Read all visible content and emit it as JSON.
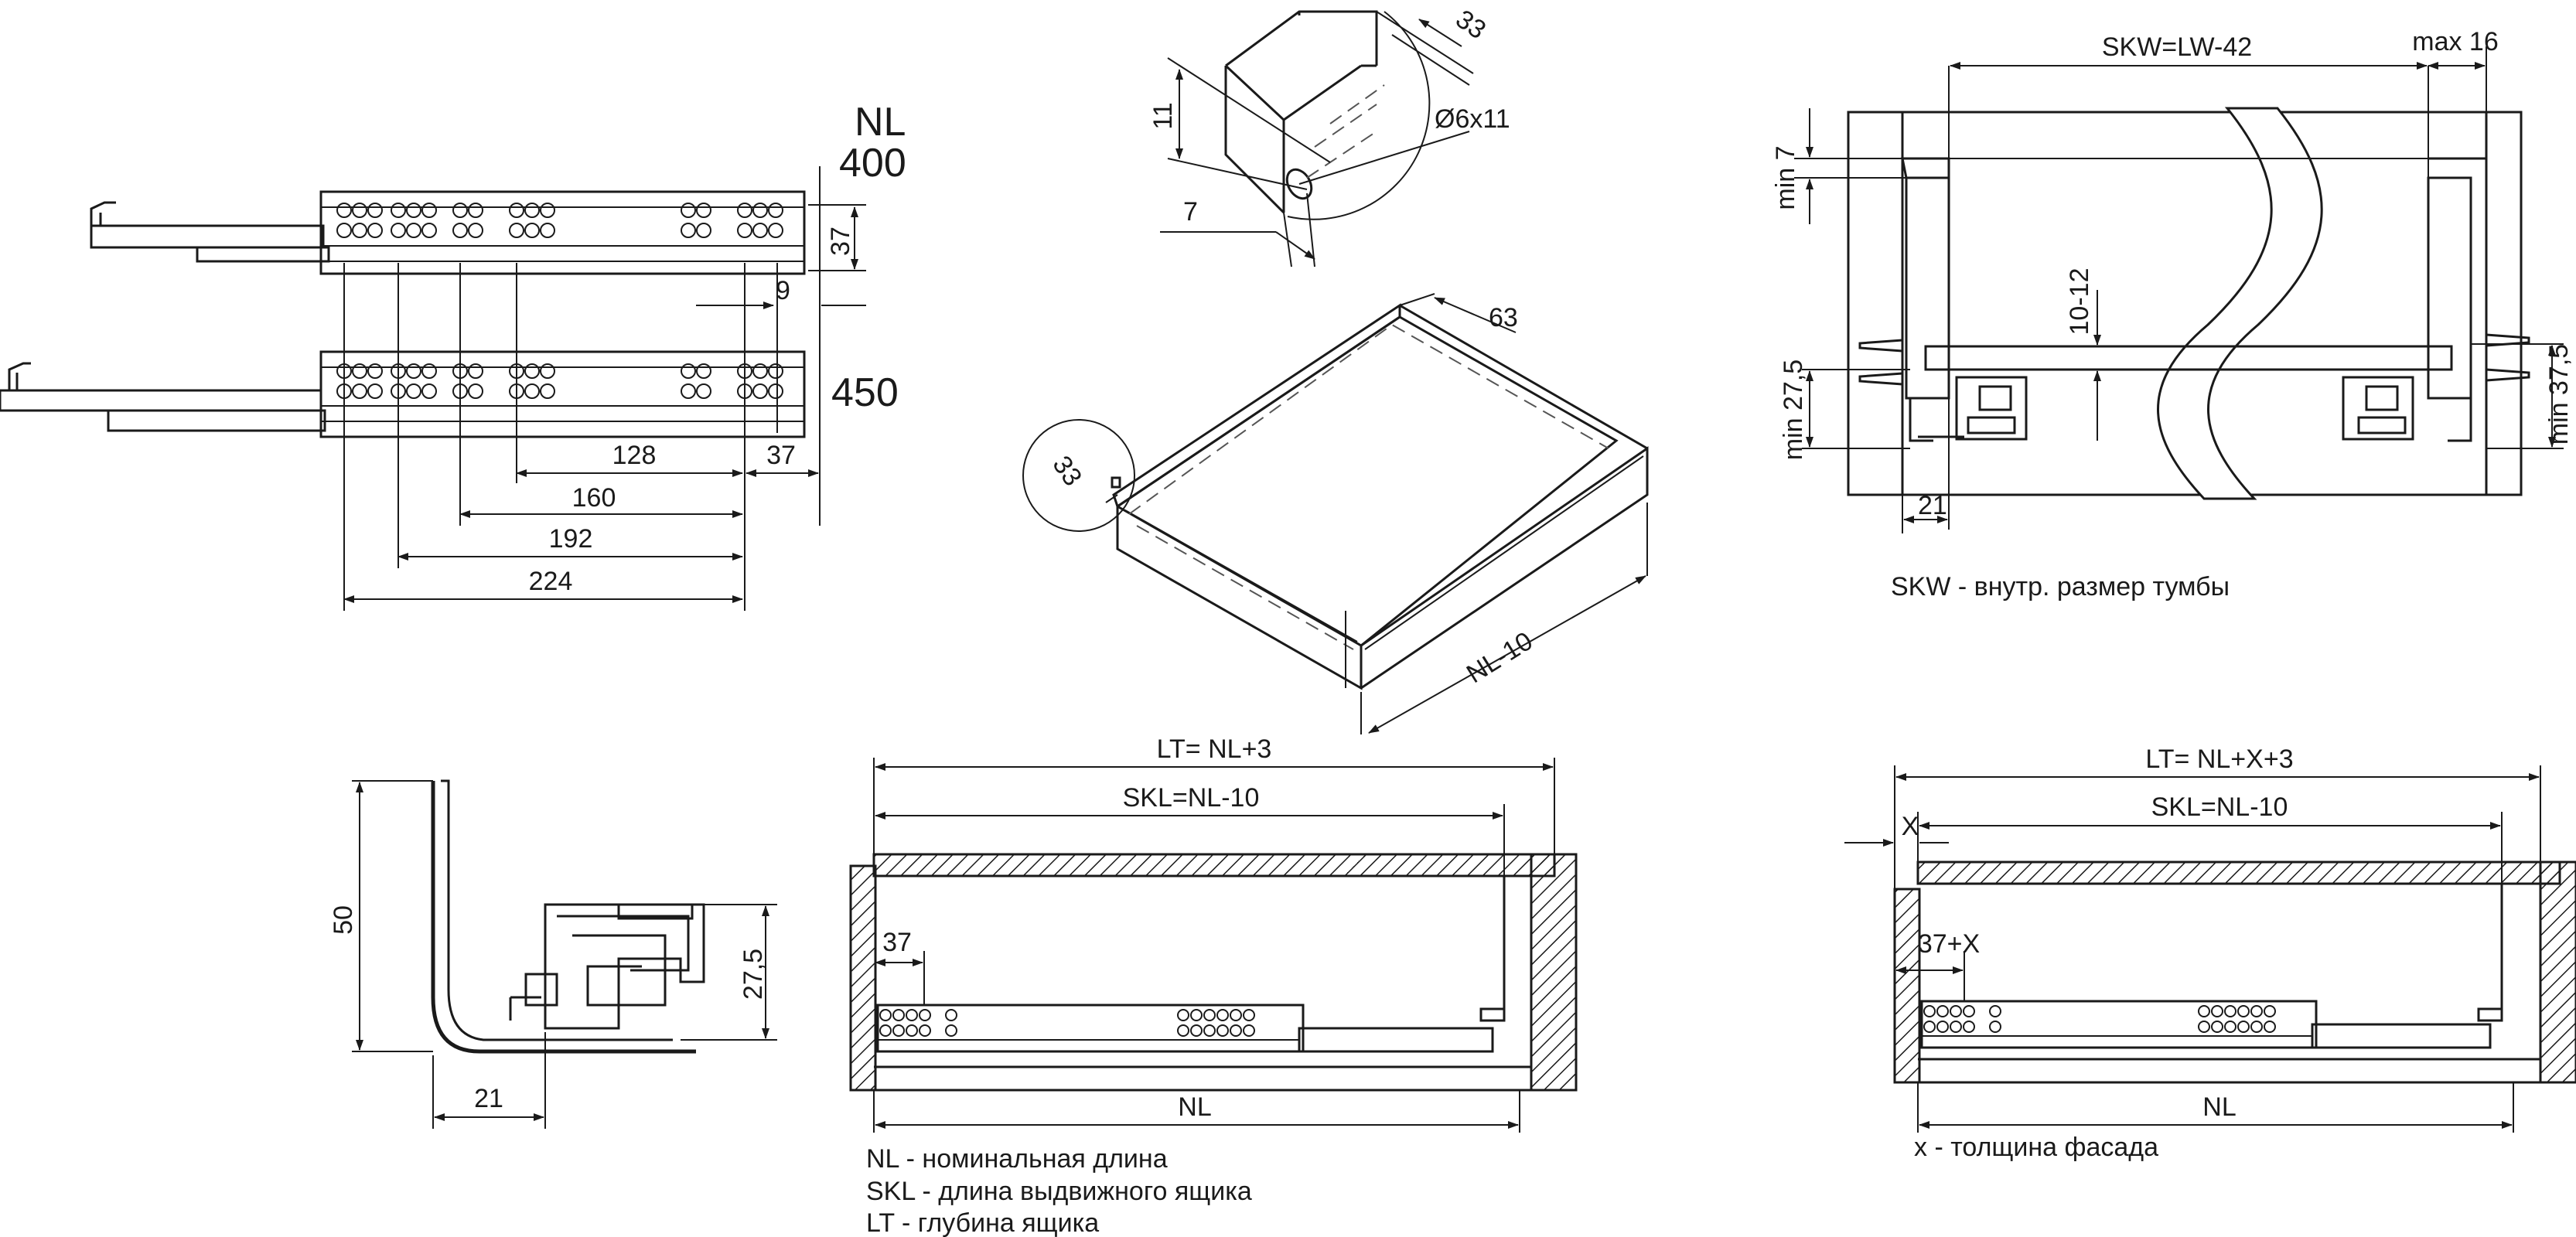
{
  "slide": {
    "nl_header": "NL",
    "length_400": "400",
    "length_450": "450",
    "dim_37_top": "37",
    "dim_9": "9",
    "dim_128": "128",
    "dim_37_side": "37",
    "dim_160": "160",
    "dim_192": "192",
    "dim_224": "224"
  },
  "detail": {
    "dim_33_top": "33",
    "dim_11": "11",
    "hole_diameter": "Ø6x11",
    "dim_7": "7"
  },
  "drawer": {
    "dim_63": "63",
    "dim_33_circle": "33",
    "dim_nl_minus_10": "NL-10"
  },
  "cabinet": {
    "skw": "SKW=LW-42",
    "max16": "max 16",
    "min7": "min 7",
    "range_10_12": "10-12",
    "min_27_5": "min 27,5",
    "min_37_5": "min 37,5",
    "dim_21": "21",
    "note": "SKW - внутр. размер тумбы"
  },
  "profile": {
    "dim_50": "50",
    "dim_27_5": "27,5",
    "dim_21": "21"
  },
  "section_a": {
    "lt": "LT= NL+3",
    "skl": "SKL=NL-10",
    "dim_37": "37",
    "nl": "NL"
  },
  "section_b": {
    "lt": "LT= NL+X+3",
    "skl": "SKL=NL-10",
    "x": "X",
    "dim_37x": "37+X",
    "nl": "NL"
  },
  "legend": {
    "nl_def": "NL - номинальная длина",
    "skl_def": "SKL - длина выдвижного ящика",
    "lt_def": "LT - глубина ящика",
    "x_def": "x - толщина фасада"
  }
}
